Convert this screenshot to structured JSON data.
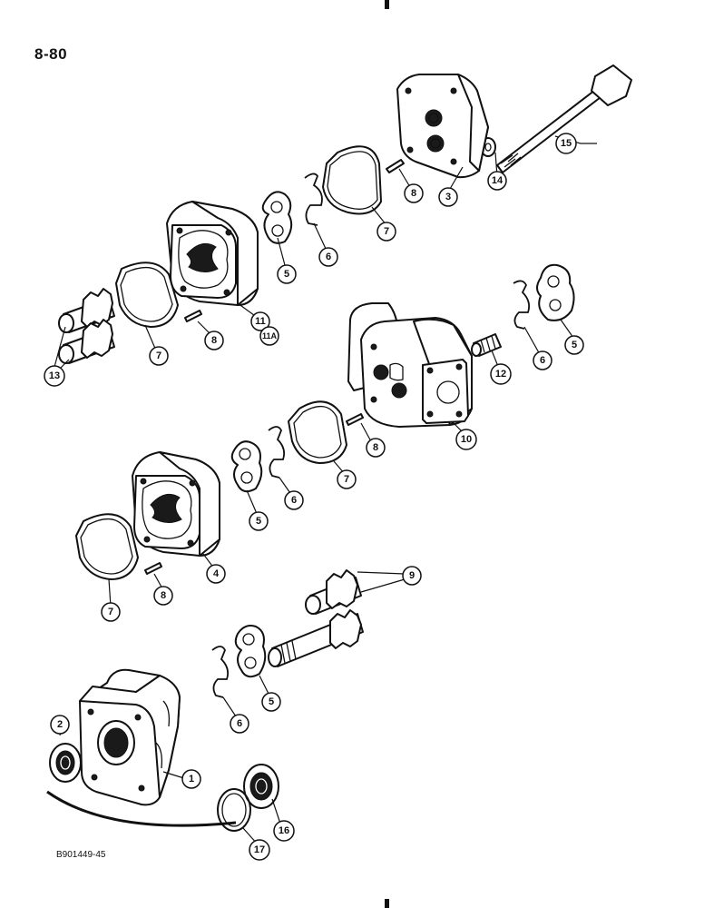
{
  "page": {
    "number": "8-80",
    "drawing_code": "B901449-45"
  },
  "callouts": [
    {
      "id": "c15",
      "label": "15"
    },
    {
      "id": "c14",
      "label": "14"
    },
    {
      "id": "c3",
      "label": "3"
    },
    {
      "id": "c8a",
      "label": "8"
    },
    {
      "id": "c7a",
      "label": "7"
    },
    {
      "id": "c6a",
      "label": "6"
    },
    {
      "id": "c5a",
      "label": "5"
    },
    {
      "id": "c11",
      "label": "11"
    },
    {
      "id": "c11a",
      "label": "11A"
    },
    {
      "id": "c8b",
      "label": "8"
    },
    {
      "id": "c7b",
      "label": "7"
    },
    {
      "id": "c13",
      "label": "13"
    },
    {
      "id": "c5b",
      "label": "5"
    },
    {
      "id": "c6b",
      "label": "6"
    },
    {
      "id": "c12",
      "label": "12"
    },
    {
      "id": "c10",
      "label": "10"
    },
    {
      "id": "c8c",
      "label": "8"
    },
    {
      "id": "c7c",
      "label": "7"
    },
    {
      "id": "c6c",
      "label": "6"
    },
    {
      "id": "c5c",
      "label": "5"
    },
    {
      "id": "c4",
      "label": "4"
    },
    {
      "id": "c8d",
      "label": "8"
    },
    {
      "id": "c7d",
      "label": "7"
    },
    {
      "id": "c9",
      "label": "9"
    },
    {
      "id": "c5d",
      "label": "5"
    },
    {
      "id": "c6d",
      "label": "6"
    },
    {
      "id": "c2",
      "label": "2"
    },
    {
      "id": "c1",
      "label": "1"
    },
    {
      "id": "c16",
      "label": "16"
    },
    {
      "id": "c17",
      "label": "17"
    }
  ]
}
